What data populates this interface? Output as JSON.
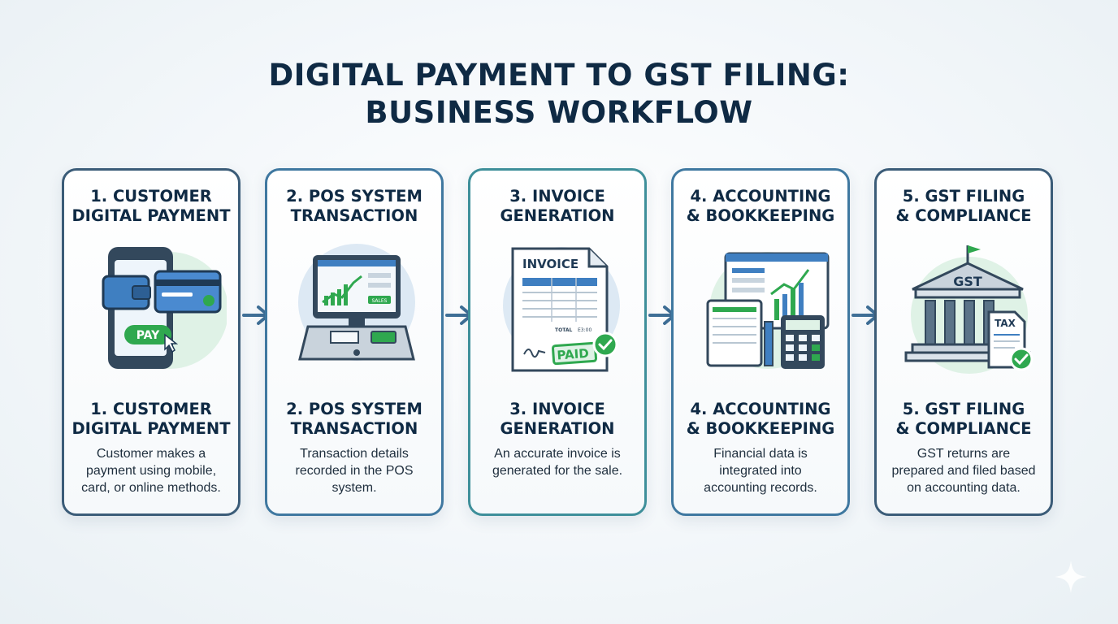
{
  "title": "DIGITAL PAYMENT TO GST FILING:\nBUSINESS WORKFLOW",
  "steps": [
    {
      "top_label": "1. CUSTOMER\nDIGITAL PAYMENT",
      "bottom_label": "1. CUSTOMER\nDIGITAL PAYMENT",
      "description": "Customer makes a\npayment using mobile,\ncard, or online methods.",
      "illustration_text": "PAY",
      "icon": "mobile-payment-icon"
    },
    {
      "top_label": "2. POS SYSTEM\nTRANSACTION",
      "bottom_label": "2. POS SYSTEM\nTRANSACTION",
      "description": "Transaction details\nrecorded in the POS\nsystem.",
      "illustration_text": "SALES",
      "icon": "pos-terminal-icon"
    },
    {
      "top_label": "3. INVOICE\nGENERATION",
      "bottom_label": "3. INVOICE\nGENERATION",
      "description": "An accurate invoice is\ngenerated for the sale.",
      "illustration_text": "INVOICE",
      "illustration_total": "TOTAL",
      "illustration_amount": "E3:00",
      "illustration_stamp": "PAID",
      "icon": "invoice-icon"
    },
    {
      "top_label": "4. ACCOUNTING\n& BOOKKEEPING",
      "bottom_label": "4. ACCOUNTING\n& BOOKKEEPING",
      "description": "Financial data is\nintegrated into\naccounting records.",
      "icon": "accounting-icon"
    },
    {
      "top_label": "5. GST FILING\n& COMPLIANCE",
      "bottom_label": "5. GST FILING\n& COMPLIANCE",
      "description": "GST returns are\nprepared and filed based\non accounting data.",
      "illustration_text": "GST",
      "illustration_tax": "TAX",
      "icon": "gst-building-icon"
    }
  ],
  "colors": {
    "navy": "#0f2a44",
    "card_border": "#3b5c78",
    "green": "#2fa84f",
    "blue": "#3f7fc1",
    "glow": "#d7f0e1"
  }
}
